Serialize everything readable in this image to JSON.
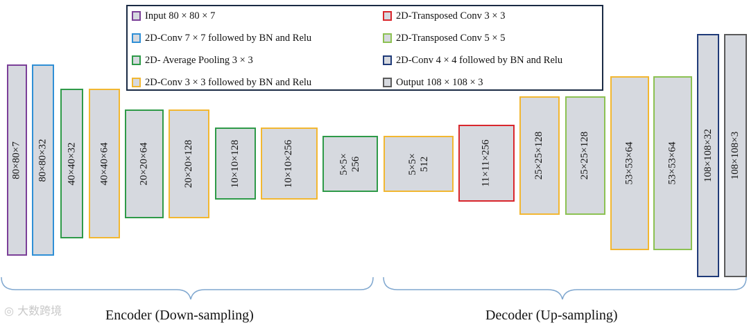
{
  "legend": [
    {
      "label": "Input 80 × 80 × 7",
      "color": "#7b3f98"
    },
    {
      "label": "2D-Conv 7 × 7 followed by BN and Relu",
      "color": "#2f8fd6"
    },
    {
      "label": "2D- Average Pooling 3 × 3",
      "color": "#2e9a48"
    },
    {
      "label": "2D-Conv 3 × 3 followed by BN and Relu",
      "color": "#f2b731"
    },
    {
      "label": "2D-Transposed Conv 3 × 3",
      "color": "#d9262c"
    },
    {
      "label": "2D-Transposed Conv 5 × 5",
      "color": "#8cc152"
    },
    {
      "label": "2D-Conv 4 × 4 followed by BN and Relu",
      "color": "#1f3a78"
    },
    {
      "label": "Output 108 × 108 × 3",
      "color": "#5a5a5a"
    }
  ],
  "blocks": [
    {
      "label": "80×80×7",
      "color": "#7b3f98"
    },
    {
      "label": "80×80×32",
      "color": "#2f8fd6"
    },
    {
      "label": "40×40×32",
      "color": "#2e9a48"
    },
    {
      "label": "40×40×64",
      "color": "#f2b731"
    },
    {
      "label": "20×20×64",
      "color": "#2e9a48"
    },
    {
      "label": "20×20×128",
      "color": "#f2b731"
    },
    {
      "label": "10×10×128",
      "color": "#2e9a48"
    },
    {
      "label": "10×10×256",
      "color": "#f2b731"
    },
    {
      "label": "5×5×\n256",
      "color": "#2e9a48"
    },
    {
      "label": "5×5×\n512",
      "color": "#f2b731"
    },
    {
      "label": "11×11×256",
      "color": "#d9262c"
    },
    {
      "label": "25×25×128",
      "color": "#f2b731"
    },
    {
      "label": "25×25×128",
      "color": "#8cc152"
    },
    {
      "label": "53×53×64",
      "color": "#f2b731"
    },
    {
      "label": "53×53×64",
      "color": "#8cc152"
    },
    {
      "label": "108×108×32",
      "color": "#1f3a78"
    },
    {
      "label": "108×108×3",
      "color": "#5a5a5a"
    }
  ],
  "sections": {
    "encoder": "Encoder (Down-sampling)",
    "decoder": "Decoder (Up-sampling)"
  },
  "watermark": "大数跨境"
}
